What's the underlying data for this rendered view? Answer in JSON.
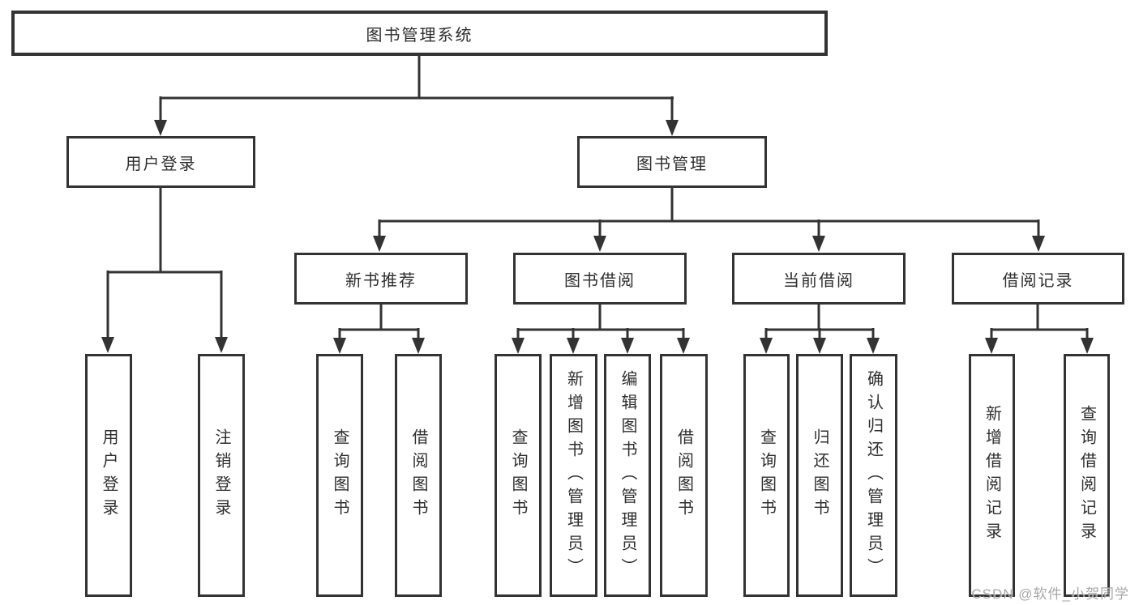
{
  "diagram": {
    "root": {
      "label": "图书管理系统"
    },
    "children": [
      {
        "label": "用户登录",
        "children": [
          {
            "label": "用户登录"
          },
          {
            "label": "注销登录"
          }
        ]
      },
      {
        "label": "图书管理",
        "children": [
          {
            "label": "新书推荐",
            "children": [
              {
                "label": "查询图书"
              },
              {
                "label": "借阅图书"
              }
            ]
          },
          {
            "label": "图书借阅",
            "children": [
              {
                "label": "查询图书"
              },
              {
                "label": "新增图书（管理员）"
              },
              {
                "label": "编辑图书（管理员）"
              },
              {
                "label": "借阅图书"
              }
            ]
          },
          {
            "label": "当前借阅",
            "children": [
              {
                "label": "查询图书"
              },
              {
                "label": "归还图书"
              },
              {
                "label": "确认归还（管理员）"
              }
            ]
          },
          {
            "label": "借阅记录",
            "children": [
              {
                "label": "新增借阅记录"
              },
              {
                "label": "查询借阅记录"
              }
            ]
          }
        ]
      }
    ]
  },
  "watermark": {
    "text": "CSDN @软件_小贺同学"
  },
  "colors": {
    "line": "#333333",
    "text": "#2e2e2e",
    "watermark": "#9e9e9e",
    "background": "#ffffff"
  }
}
